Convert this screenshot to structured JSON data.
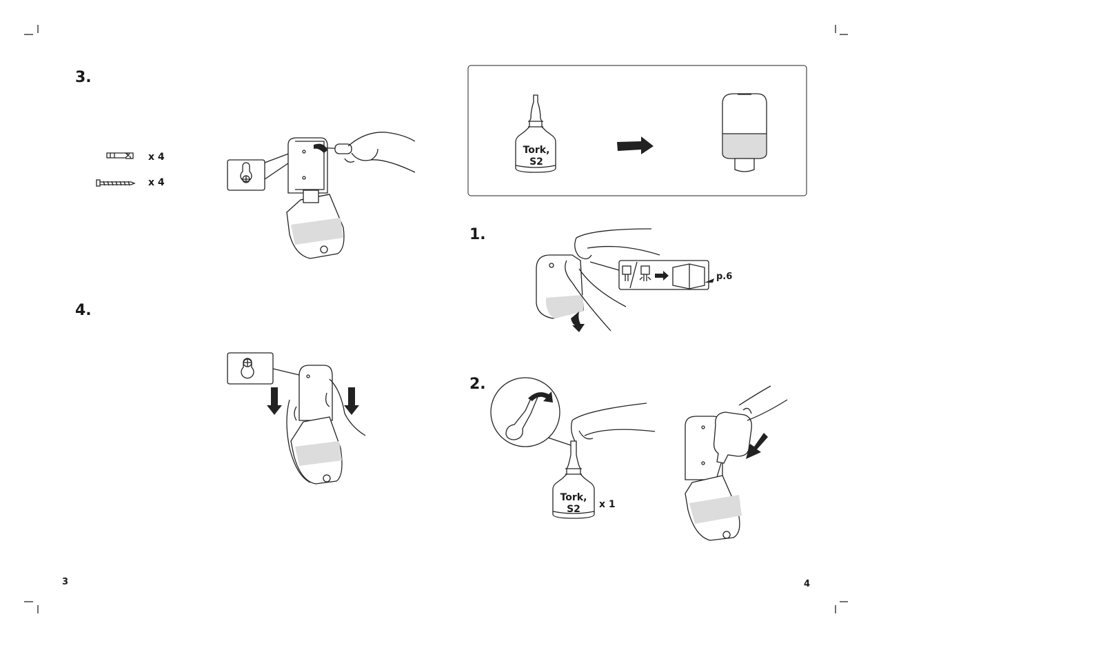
{
  "left_page": {
    "page_number": "3",
    "step3": {
      "number": "3.",
      "anchor_qty": "x 4",
      "screw_qty": "x 4"
    },
    "step4": {
      "number": "4."
    }
  },
  "right_page": {
    "page_number": "4",
    "overview": {
      "bottle_label_line1": "Tork,",
      "bottle_label_line2": "S2"
    },
    "step1": {
      "number": "1.",
      "page_ref": "p.6"
    },
    "step2": {
      "number": "2.",
      "bottle_label_line1": "Tork,",
      "bottle_label_line2": "S2",
      "bottle_qty": "x 1"
    }
  }
}
